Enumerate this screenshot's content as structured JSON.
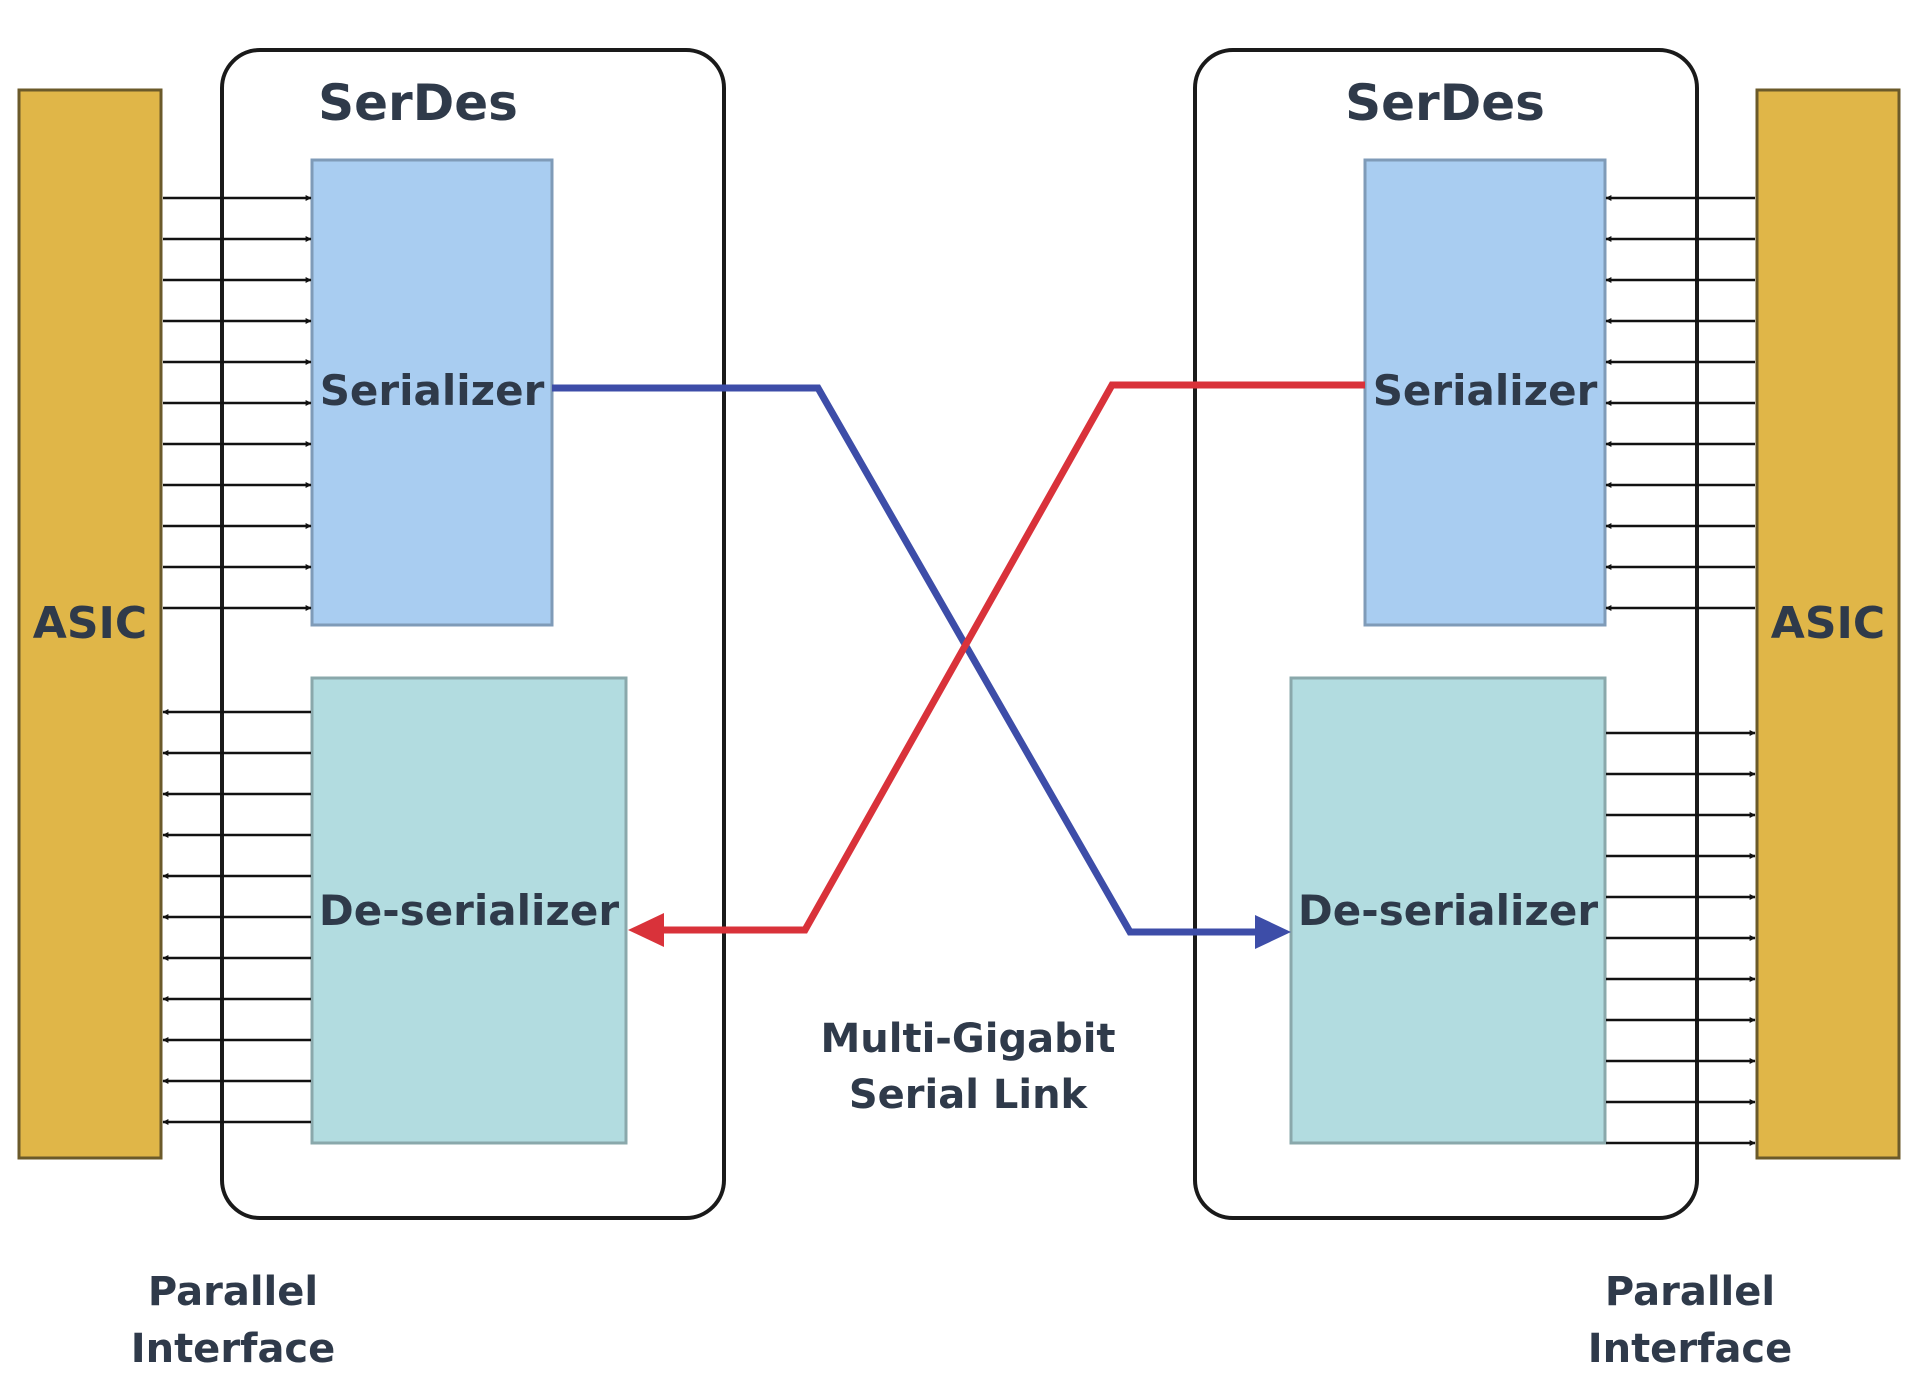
{
  "left_asic": {
    "label": "ASIC"
  },
  "right_asic": {
    "label": "ASIC"
  },
  "left_serdes": {
    "title": "SerDes",
    "serializer": {
      "label": "Serializer"
    },
    "deserializer": {
      "label": "De-serializer"
    }
  },
  "right_serdes": {
    "title": "SerDes",
    "serializer": {
      "label": "Serializer"
    },
    "deserializer": {
      "label": "De-serializer"
    }
  },
  "serial_link": {
    "line1": "Multi-Gigabit",
    "line2": "Serial Link"
  },
  "left_interface": {
    "line1": "Parallel",
    "line2": "Interface"
  },
  "right_interface": {
    "line1": "Parallel",
    "line2": "Interface"
  },
  "colors": {
    "asic": "#E0B648",
    "serializer": "#A9CDF1",
    "deserializer": "#B2DCE0",
    "blue_link": "#3D4DA8",
    "red_link": "#D9323A",
    "box_border": "#1a1a1a"
  }
}
